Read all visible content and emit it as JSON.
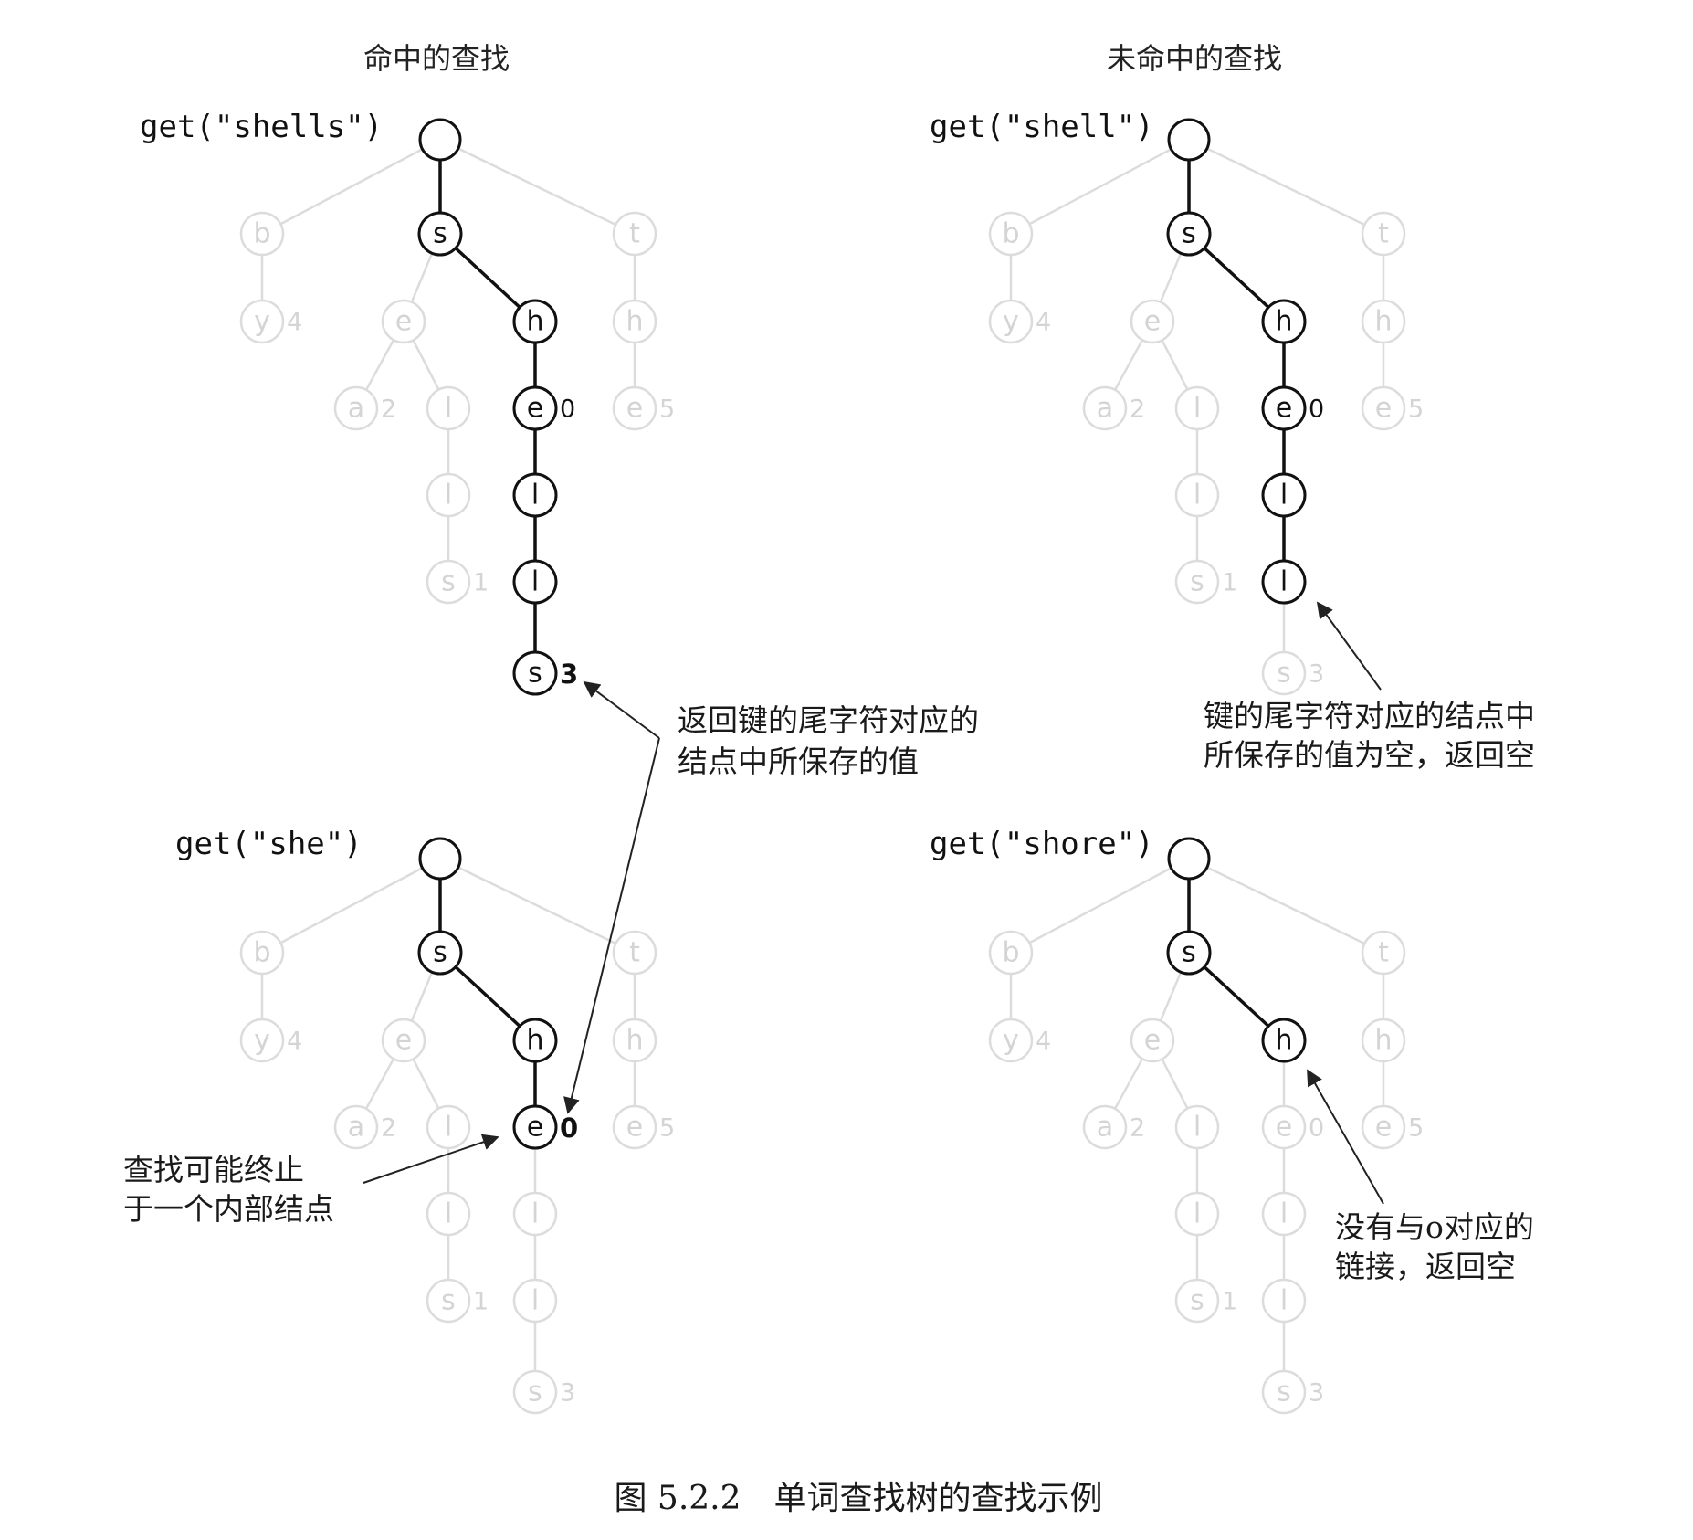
{
  "panels": [
    {
      "title": "命中的查找",
      "query": "get(\"shells\")",
      "path": [
        "s",
        "h",
        "e",
        "l",
        "l",
        "s"
      ],
      "result_value": "3"
    },
    {
      "title": "未命中的查找",
      "query": "get(\"shell\")",
      "path": [
        "s",
        "h",
        "e",
        "l",
        "l"
      ]
    },
    {
      "query": "get(\"she\")",
      "path": [
        "s",
        "h",
        "e"
      ],
      "result_value": "0"
    },
    {
      "query": "get(\"shore\")",
      "path": [
        "s",
        "h"
      ]
    }
  ],
  "annotations": {
    "return_value": [
      "返回键的尾字符对应的",
      "结点中所保存的值"
    ],
    "null_value": [
      "键的尾字符对应的结点中",
      "所保存的值为空，返回空"
    ],
    "internal_node": [
      "查找可能终止",
      "于一个内部结点"
    ],
    "no_link": [
      "没有与o对应的",
      "链接，返回空"
    ]
  },
  "trie": {
    "nodes": [
      {
        "id": "root",
        "letter": ""
      },
      {
        "id": "b",
        "letter": "b",
        "parent": "root"
      },
      {
        "id": "by",
        "letter": "y",
        "parent": "b",
        "value": "4"
      },
      {
        "id": "s",
        "letter": "s",
        "parent": "root"
      },
      {
        "id": "se",
        "letter": "e",
        "parent": "s"
      },
      {
        "id": "sea",
        "letter": "a",
        "parent": "se",
        "value": "2"
      },
      {
        "id": "sel",
        "letter": "l",
        "parent": "se"
      },
      {
        "id": "sell",
        "letter": "l",
        "parent": "sel"
      },
      {
        "id": "sells",
        "letter": "s",
        "parent": "sell",
        "value": "1"
      },
      {
        "id": "sh",
        "letter": "h",
        "parent": "s"
      },
      {
        "id": "she",
        "letter": "e",
        "parent": "sh",
        "value": "0"
      },
      {
        "id": "shel",
        "letter": "l",
        "parent": "she"
      },
      {
        "id": "shell",
        "letter": "l",
        "parent": "shel"
      },
      {
        "id": "shells",
        "letter": "s",
        "parent": "shell",
        "value": "3"
      },
      {
        "id": "t",
        "letter": "t",
        "parent": "root"
      },
      {
        "id": "th",
        "letter": "h",
        "parent": "t"
      },
      {
        "id": "the",
        "letter": "e",
        "parent": "th",
        "value": "5"
      }
    ]
  },
  "caption": "图 5.2.2　单词查找树的查找示例"
}
